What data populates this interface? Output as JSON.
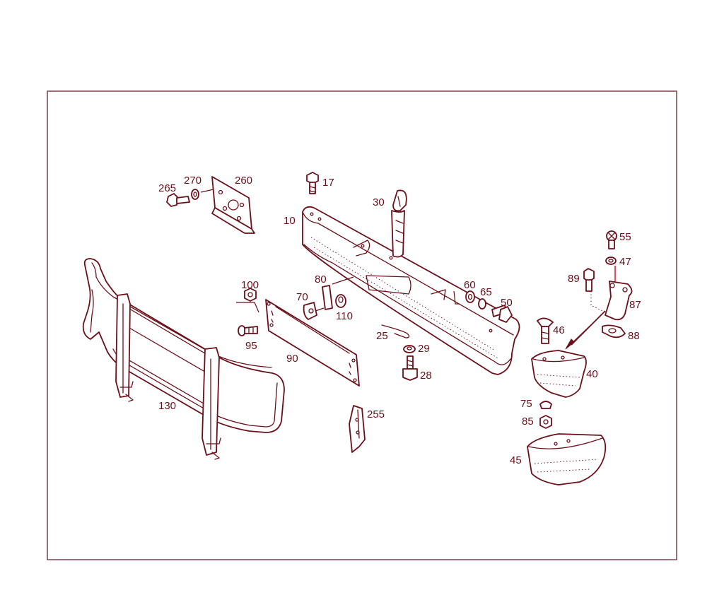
{
  "colors": {
    "ink": "#6b0f1a",
    "frame": "#5a1420",
    "background": "#ffffff",
    "highlight": "#e0102a"
  },
  "callouts": {
    "c10": "10",
    "c17": "17",
    "c25": "25",
    "c28": "28",
    "c29": "29",
    "c30": "30",
    "c40": "40",
    "c45": "45",
    "c46": "46",
    "c47": "47",
    "c50": "50",
    "c55": "55",
    "c60": "60",
    "c65": "65",
    "c70": "70",
    "c75": "75",
    "c80": "80",
    "c85": "85",
    "c87": "87",
    "c88": "88",
    "c89": "89",
    "c90": "90",
    "c95": "95",
    "c100": "100",
    "c110": "110",
    "c130": "130",
    "c255": "255",
    "c260": "260",
    "c265": "265",
    "c270": "270"
  }
}
